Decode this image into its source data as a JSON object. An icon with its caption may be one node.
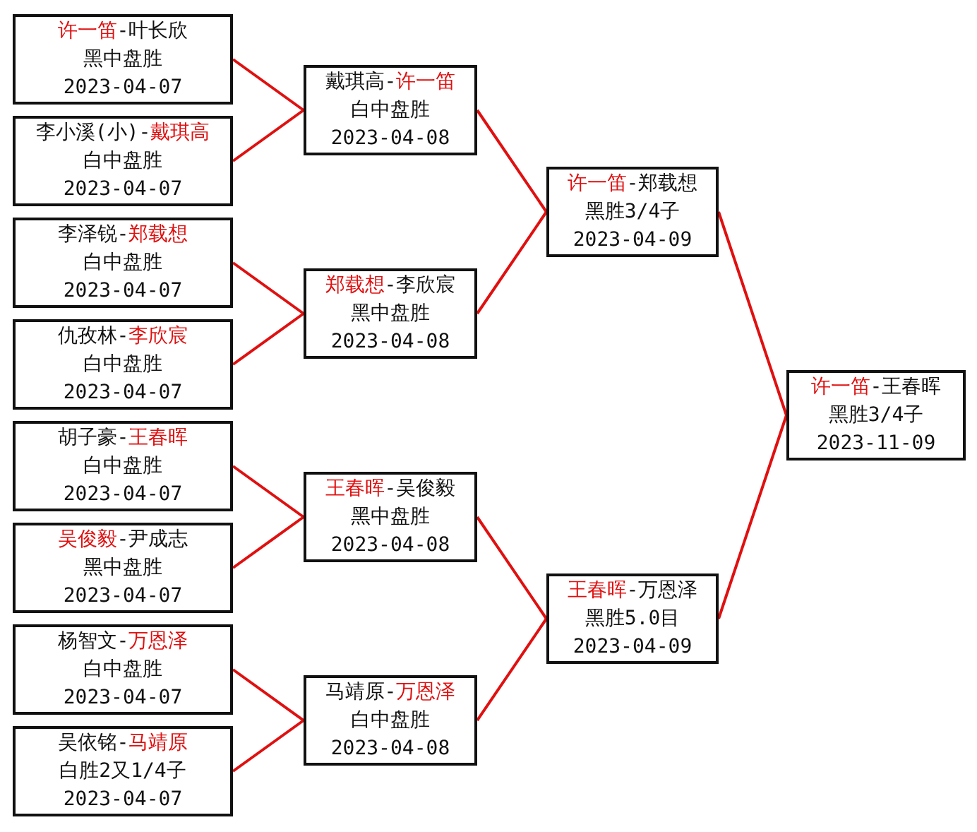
{
  "diagram": {
    "nodes": [
      {
        "text": [
          "**许一笛**-叶长欣",
          "黑中盘胜",
          "2023-04-07"
        ]
      },
      {
        "text": [
          "李小溪(小)-**戴琪高**",
          "白中盘胜",
          "2023-04-07"
        ]
      },
      {
        "text": [
          "李泽锐-**郑载想**",
          "白中盘胜",
          "2023-04-07"
        ]
      },
      {
        "text": [
          "仇孜林-**李欣宸**",
          "白中盘胜",
          "2023-04-07"
        ]
      },
      {
        "text": [
          "胡子豪-**王春晖**",
          "白中盘胜",
          "2023-04-07"
        ]
      },
      {
        "text": [
          "**吴俊毅**-尹成志",
          "黑中盘胜",
          "2023-04-07"
        ]
      },
      {
        "text": [
          "杨智文-**万恩泽**",
          "白中盘胜",
          "2023-04-07"
        ]
      },
      {
        "text": [
          "吴依铭-**马靖原**",
          "白胜2又1/4子",
          "2023-04-07"
        ]
      },
      {
        "text": [
          "戴琪高-**许一笛**",
          "白中盘胜",
          "2023-04-08"
        ]
      },
      {
        "text": [
          "**郑载想**-李欣宸",
          "黑中盘胜",
          "2023-04-08"
        ]
      },
      {
        "text": [
          "**王春晖**-吴俊毅",
          "黑中盘胜",
          "2023-04-08"
        ]
      },
      {
        "text": [
          "马靖原-**万恩泽**",
          "白中盘胜",
          "2023-04-08"
        ]
      },
      {
        "text": [
          "**许一笛**-郑载想",
          "黑胜3/4子",
          "2023-04-09"
        ]
      },
      {
        "text": [
          "**王春晖**-万恩泽",
          "黑胜5.0目",
          "2023-04-09"
        ]
      },
      {
        "text": [
          "**许一笛**-王春晖",
          "黑胜3/4子",
          "2023-11-09"
        ]
      }
    ],
    "edges": [
      {
        "from": 0,
        "to": 8,
        "arrow": "none"
      },
      {
        "from": 1,
        "to": 8,
        "arrow": "none"
      },
      {
        "from": 2,
        "to": 9,
        "arrow": "none"
      },
      {
        "from": 3,
        "to": 9,
        "arrow": "none"
      },
      {
        "from": 4,
        "to": 10,
        "arrow": "none"
      },
      {
        "from": 5,
        "to": 10,
        "arrow": "none"
      },
      {
        "from": 6,
        "to": 11,
        "arrow": "none"
      },
      {
        "from": 7,
        "to": 11,
        "arrow": "none"
      },
      {
        "from": 8,
        "to": 12,
        "arrow": "none"
      },
      {
        "from": 9,
        "to": 12,
        "arrow": "none"
      },
      {
        "from": 10,
        "to": 13,
        "arrow": "none"
      },
      {
        "from": 11,
        "to": 13,
        "arrow": "none"
      },
      {
        "from": 12,
        "to": 14,
        "arrow": "none"
      },
      {
        "from": 13,
        "to": 14,
        "arrow": "none"
      }
    ]
  }
}
